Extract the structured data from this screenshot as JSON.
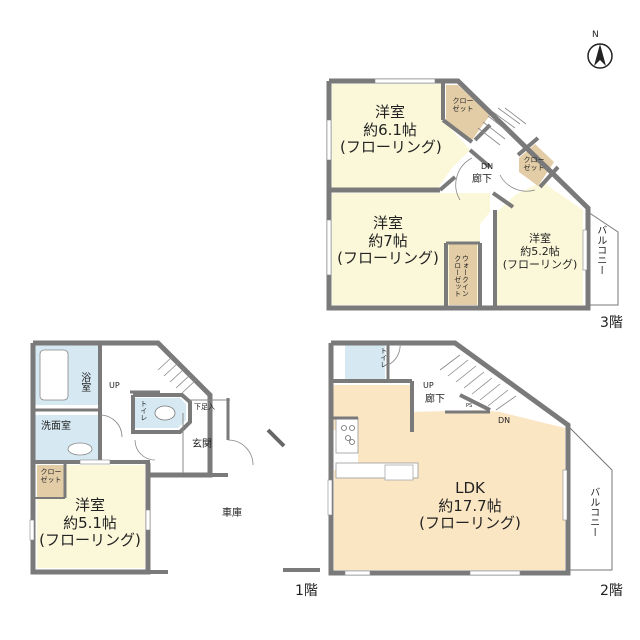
{
  "compass": {
    "label": "N"
  },
  "floors": {
    "f3": {
      "label": "3階",
      "rooms": [
        {
          "name": "洋室",
          "size": "約6.1帖",
          "type": "(フローリング)"
        },
        {
          "name": "洋室",
          "size": "約7帖",
          "type": "(フローリング)"
        },
        {
          "name": "洋室",
          "size": "約5.2帖",
          "type": "(フローリング)"
        }
      ],
      "closet1": "クロー\nゼット",
      "closet2": "クロー\nゼット",
      "walkin": "ウォークイン\nクローゼット",
      "hall": "廊下",
      "stairs": "DN",
      "balcony": "バルコニー"
    },
    "f2": {
      "label": "2階",
      "ldk": {
        "name": "LDK",
        "size": "約17.7帖",
        "type": "(フローリング)"
      },
      "toilet": "トイレ",
      "hall": "廊下",
      "up": "UP",
      "dn": "DN",
      "ps": "PS",
      "balcony": "バルコニー"
    },
    "f1": {
      "label": "1階",
      "bath": "浴室",
      "washroom": "洗面室",
      "toilet": "トイレ",
      "shoebox": "下足入",
      "entrance": "玄関",
      "up": "UP",
      "closet": "クロー\nゼット",
      "room": {
        "name": "洋室",
        "size": "約5.1帖",
        "type": "(フローリング)"
      },
      "garage": "車庫"
    }
  },
  "colors": {
    "wall": "#7a7a7a",
    "room": "#fbf8d9",
    "ldk": "#fbe6c4",
    "closet": "#e3cda7",
    "wet": "#d6e9f2",
    "line": "#555555"
  }
}
